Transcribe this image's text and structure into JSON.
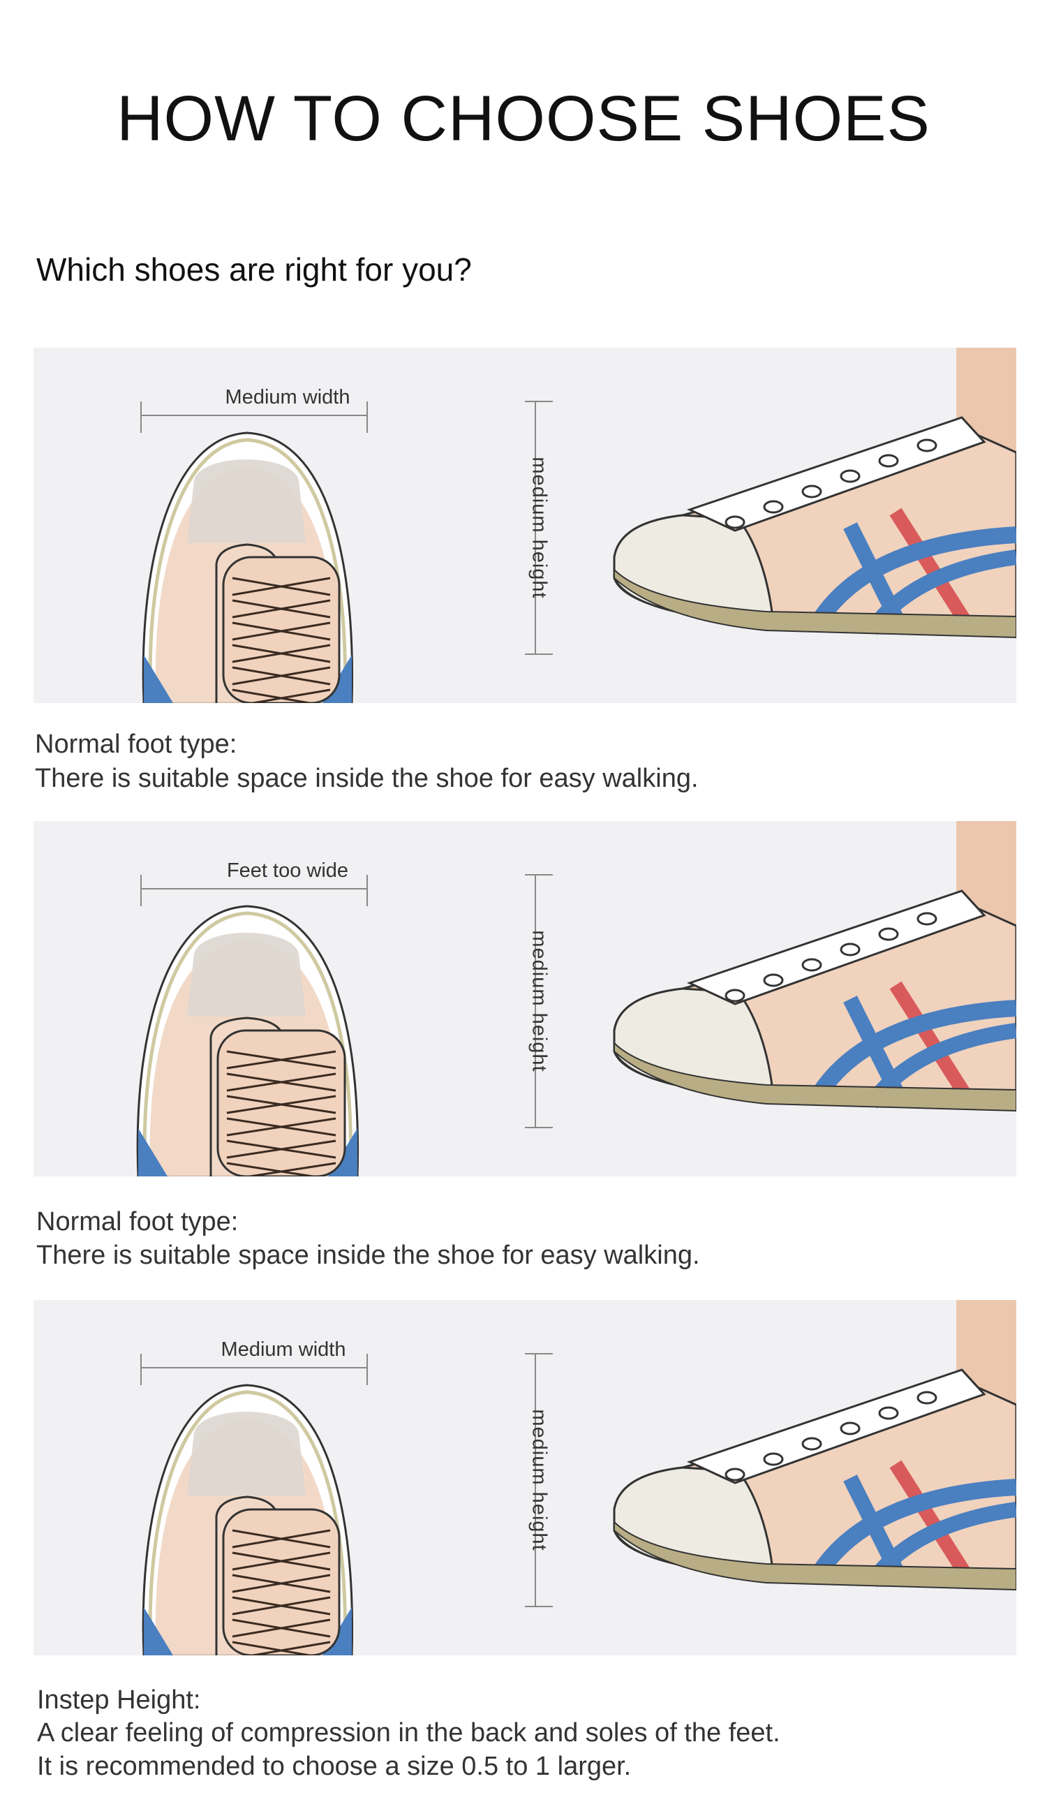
{
  "header": {
    "title": "HOW TO CHOOSE SHOES",
    "subtitle": "Which shoes are right for you?"
  },
  "sections": [
    {
      "width_label": "Medium width",
      "height_label": "medium height",
      "caption_lines": [
        "Normal foot type:",
        "There is suitable space inside the shoe for easy walking."
      ]
    },
    {
      "width_label": "Feet too wide",
      "height_label": "medium height",
      "caption_lines": [
        "Normal foot type:",
        "There is suitable space inside the shoe for easy walking."
      ]
    },
    {
      "width_label": "Medium width",
      "height_label": "medium height",
      "caption_lines": [
        "Instep Height:",
        "A clear feeling of compression in the back and soles of the feet.",
        "It is recommended to choose a size 0.5 to 1 larger."
      ]
    }
  ],
  "colors": {
    "panel_bg": "#f1f1f3",
    "skin": "#f0d2bd",
    "stripe_blue": "#4a7fc0",
    "stripe_red": "#d95a5a",
    "sole": "#b9ad85"
  }
}
